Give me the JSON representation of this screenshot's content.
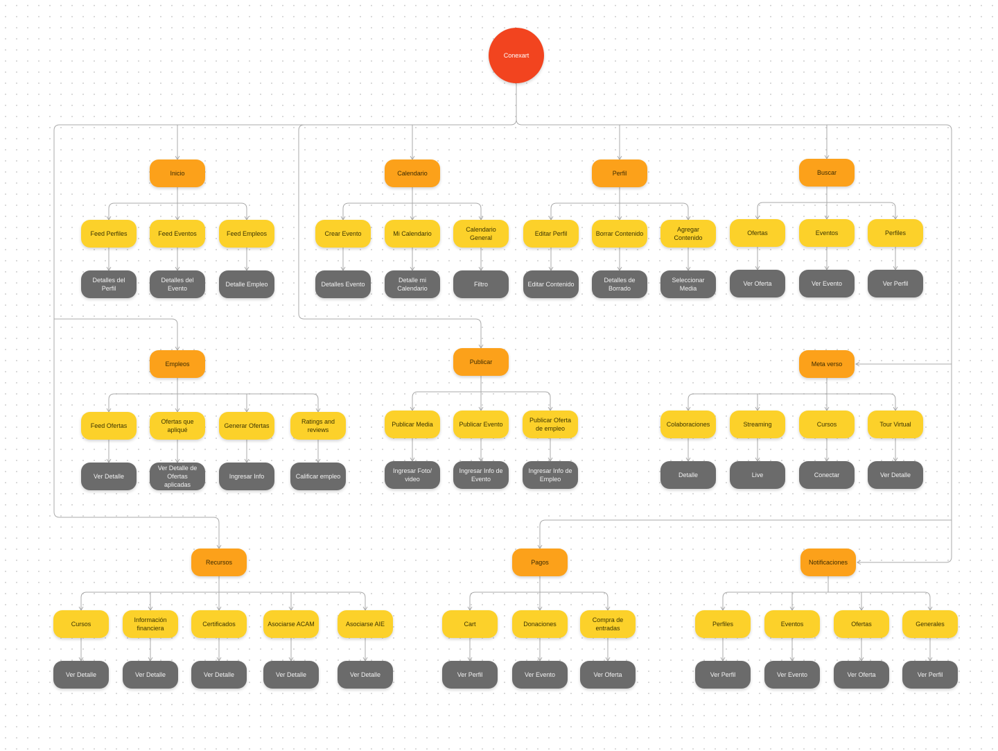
{
  "colors": {
    "root": "#f2441f",
    "section": "#fca11a",
    "sub": "#fcd12a",
    "leaf": "#6b6b6b",
    "wire": "#a9a9a9"
  },
  "diagram": {
    "root": {
      "id": "conexart",
      "label": "Conexart"
    },
    "sections": [
      {
        "id": "inicio",
        "label": "Inicio",
        "children": [
          {
            "id": "feed-perfiles",
            "label": "Feed Perfiles",
            "leaf": "Detalles del Perfil"
          },
          {
            "id": "feed-eventos",
            "label": "Feed Eventos",
            "leaf": "Detalles del Evento"
          },
          {
            "id": "feed-empleos",
            "label": "Feed Empleos",
            "leaf": "Detalle Empleo"
          }
        ]
      },
      {
        "id": "calendario",
        "label": "Calendario",
        "children": [
          {
            "id": "crear-evento",
            "label": "Crear Evento",
            "leaf": "Detalles Evento"
          },
          {
            "id": "mi-calendario",
            "label": "Mi Calendario",
            "leaf": "Detalle mi Calendario"
          },
          {
            "id": "calendario-general",
            "label": "Calendario General",
            "leaf": "Filtro"
          }
        ]
      },
      {
        "id": "perfil",
        "label": "Perfil",
        "children": [
          {
            "id": "editar-perfil",
            "label": "Editar Perfil",
            "leaf": "Editar Contenido"
          },
          {
            "id": "borrar-contenido",
            "label": "Borrar Contenido",
            "leaf": "Detalles de Borrado"
          },
          {
            "id": "agregar-contenido",
            "label": "Agregar Contenido",
            "leaf": "Seleccionar Media"
          }
        ]
      },
      {
        "id": "buscar",
        "label": "Buscar",
        "children": [
          {
            "id": "buscar-ofertas",
            "label": "Ofertas",
            "leaf": "Ver Oferta"
          },
          {
            "id": "buscar-eventos",
            "label": "Eventos",
            "leaf": "Ver Evento"
          },
          {
            "id": "buscar-perfiles",
            "label": "Perfiles",
            "leaf": "Ver Perfil"
          }
        ]
      },
      {
        "id": "empleos",
        "label": "Empleos",
        "children": [
          {
            "id": "feed-ofertas",
            "label": "Feed Ofertas",
            "leaf": "Ver Detalle"
          },
          {
            "id": "ofertas-aplique",
            "label": "Ofertas que apliqué",
            "leaf": "Ver Detalle de Ofertas aplicadas"
          },
          {
            "id": "generar-ofertas",
            "label": "Generar Ofertas",
            "leaf": "Ingresar Info"
          },
          {
            "id": "ratings-reviews",
            "label": "Ratings and reviews",
            "leaf": "Calificar empleo"
          }
        ]
      },
      {
        "id": "publicar",
        "label": "Publicar",
        "children": [
          {
            "id": "publicar-media",
            "label": "Publicar Media",
            "leaf": "Ingresar Foto/ video"
          },
          {
            "id": "publicar-evento",
            "label": "Publicar Evento",
            "leaf": "Ingresar Info de Evento"
          },
          {
            "id": "publicar-oferta",
            "label": "Publicar Oferta de empleo",
            "leaf": "Ingresar Info de Empleo"
          }
        ]
      },
      {
        "id": "metaverso",
        "label": "Meta verso",
        "children": [
          {
            "id": "colaboraciones",
            "label": "Colaboraciones",
            "leaf": "Detalle"
          },
          {
            "id": "streaming",
            "label": "Streaming",
            "leaf": "Live"
          },
          {
            "id": "metaverso-cursos",
            "label": "Cursos",
            "leaf": "Conectar"
          },
          {
            "id": "tour-virtual",
            "label": "Tour Virtual",
            "leaf": "Ver Detalle"
          }
        ]
      },
      {
        "id": "recursos",
        "label": "Recursos",
        "children": [
          {
            "id": "recursos-cursos",
            "label": "Cursos",
            "leaf": "Ver Detalle"
          },
          {
            "id": "informacion-financiera",
            "label": "Información financiera",
            "leaf": "Ver Detalle"
          },
          {
            "id": "certificados",
            "label": "Certificados",
            "leaf": "Ver Detalle"
          },
          {
            "id": "asociarse-acam",
            "label": "Asociarse ACAM",
            "leaf": "Ver Detalle"
          },
          {
            "id": "asociarse-aie",
            "label": "Asociarse AIE",
            "leaf": "Ver Detalle"
          }
        ]
      },
      {
        "id": "pagos",
        "label": "Pagos",
        "children": [
          {
            "id": "cart",
            "label": "Cart",
            "leaf": "Ver Perfil"
          },
          {
            "id": "donaciones",
            "label": "Donaciones",
            "leaf": "Ver Evento"
          },
          {
            "id": "compra-entradas",
            "label": "Compra de entradas",
            "leaf": "Ver Oferta"
          }
        ]
      },
      {
        "id": "notificaciones",
        "label": "Notificaciones",
        "children": [
          {
            "id": "notif-perfiles",
            "label": "Perfiles",
            "leaf": "Ver Perfil"
          },
          {
            "id": "notif-eventos",
            "label": "Eventos",
            "leaf": "Ver Evento"
          },
          {
            "id": "notif-ofertas",
            "label": "Ofertas",
            "leaf": "Ver Oferta"
          },
          {
            "id": "notif-generales",
            "label": "Generales",
            "leaf": "Ver Perfil"
          }
        ]
      }
    ]
  }
}
